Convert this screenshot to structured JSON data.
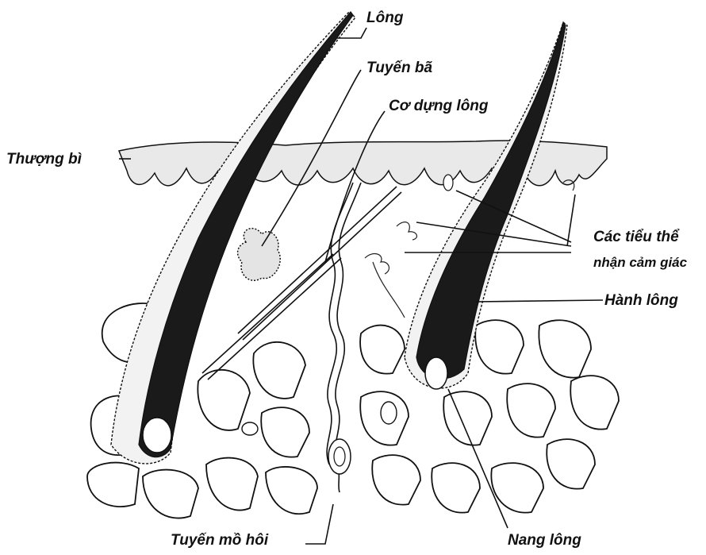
{
  "labels": {
    "long": "Lông",
    "tuyen_ba": "Tuyến bã",
    "co_dung_long": "Cơ dựng lông",
    "thuong_bi": "Thượng bì",
    "cac_tieu_the_1": "Các tiểu thể",
    "cac_tieu_the_2": "nhận cảm giác",
    "hanh_long": "Hành lông",
    "tuyen_mo_hoi": "Tuyến mồ hôi",
    "nang_long": "Nang lông"
  }
}
